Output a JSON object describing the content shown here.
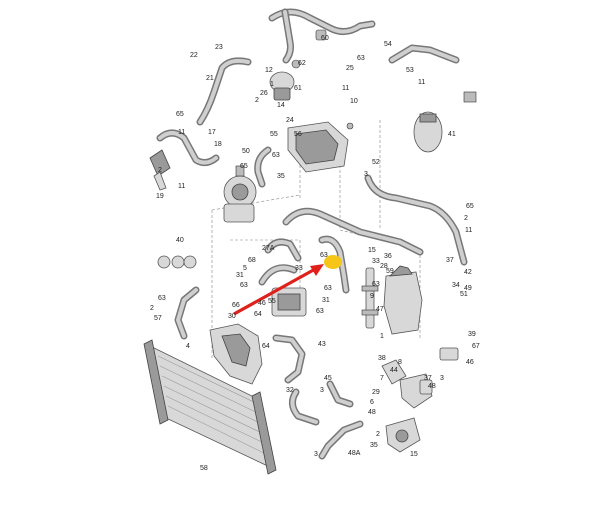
{
  "diagram": {
    "highlight": {
      "label": "33",
      "color": "#f5c518"
    },
    "arrow_color": "#e0201b",
    "labels": [
      "60",
      "23",
      "25",
      "22",
      "54",
      "53",
      "21",
      "12",
      "62",
      "26",
      "2",
      "14",
      "1",
      "61",
      "63",
      "10",
      "24",
      "11",
      "63",
      "50",
      "65",
      "11",
      "17",
      "18",
      "41",
      "11",
      "65",
      "55",
      "56",
      "11",
      "2",
      "19",
      "52",
      "3",
      "35",
      "65",
      "2",
      "11",
      "37",
      "49",
      "27A",
      "34",
      "42",
      "40",
      "68",
      "5",
      "31",
      "63",
      "33",
      "63",
      "15",
      "33",
      "46",
      "63",
      "36",
      "28",
      "31",
      "55",
      "64",
      "63",
      "59",
      "51",
      "63",
      "9",
      "47",
      "66",
      "30",
      "63",
      "2",
      "57",
      "1",
      "4",
      "39",
      "45",
      "3",
      "32",
      "64",
      "43",
      "67",
      "38",
      "8",
      "46",
      "37",
      "3",
      "3",
      "44",
      "48",
      "7",
      "29",
      "6",
      "48",
      "2",
      "35",
      "58",
      "48A",
      "15"
    ]
  }
}
